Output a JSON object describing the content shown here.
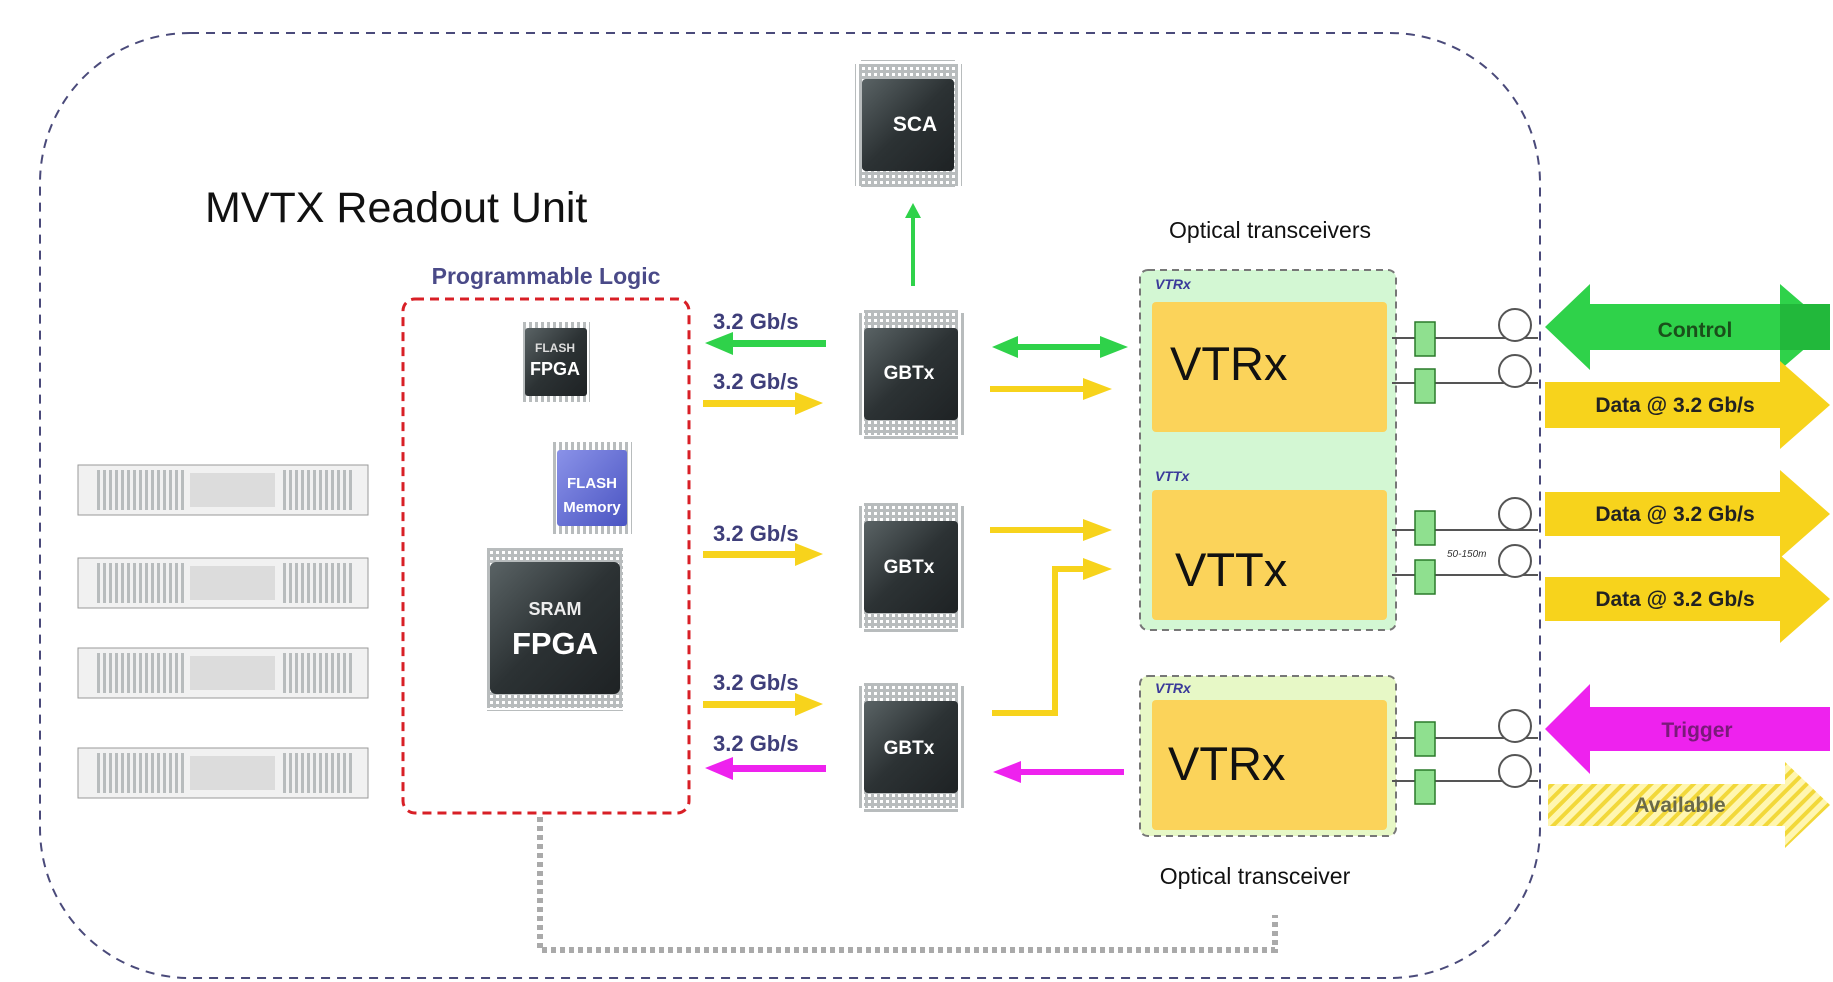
{
  "title": "MVTX Readout Unit",
  "programmable_logic_label": "Programmable Logic",
  "chips": {
    "sca": "SCA",
    "flash_fpga_top": "FLASH",
    "flash_fpga_bottom": "FPGA",
    "flash_memory_top": "FLASH",
    "flash_memory_bottom": "Memory",
    "sram_fpga_top": "SRAM",
    "sram_fpga_bottom": "FPGA",
    "gbtx_1": "GBTx",
    "gbtx_2": "GBTx",
    "gbtx_3": "GBTx"
  },
  "link_rates": [
    "3.2 Gb/s",
    "3.2 Gb/s",
    "3.2 Gb/s",
    "3.2 Gb/s",
    "3.2 Gb/s"
  ],
  "optical": {
    "top_caption": "Optical transceivers",
    "bottom_caption": "Optical transceiver",
    "module_1_tag": "VTRx",
    "module_1_name": "VTRx",
    "module_2_tag": "VTTx",
    "module_2_name": "VTTx",
    "module_3_tag": "VTRx",
    "module_3_name": "VTRx",
    "fiber_length": "50-150m"
  },
  "external_links": {
    "control": "Control",
    "data_1": "Data @ 3.2 Gb/s",
    "data_2": "Data @ 3.2 Gb/s",
    "data_3": "Data @ 3.2 Gb/s",
    "trigger": "Trigger",
    "available": "Available"
  },
  "colors": {
    "green": "#2fd24a",
    "yellow": "#f7d31c",
    "magenta": "#ee22ee",
    "module_fill": "#fbd35a",
    "module_panel": "#d3f7d3",
    "chip": "#33393b",
    "border_dash": "#4a4a7a",
    "logic_border": "#d81f26"
  }
}
